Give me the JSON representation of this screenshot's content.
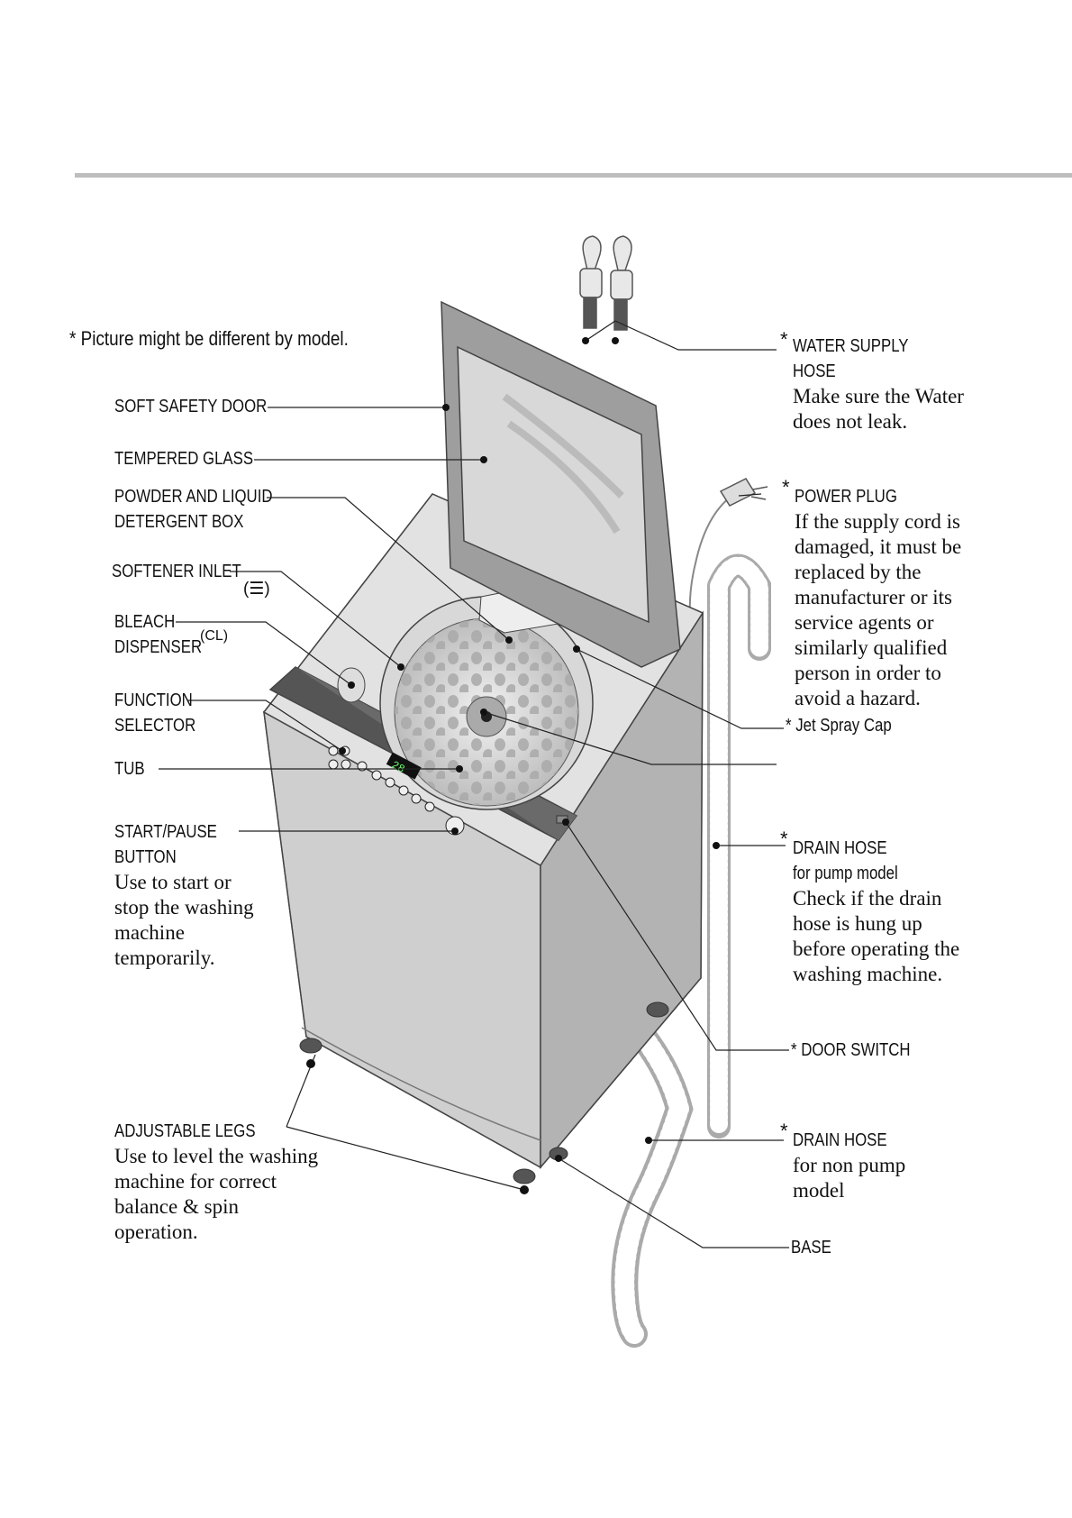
{
  "note": "* Picture might be different by model.",
  "labels": {
    "soft_safety_door": "SOFT SAFETY DOOR",
    "tempered_glass": "TEMPERED GLASS",
    "detergent_1": "POWDER AND LIQUID",
    "detergent_2": "DETERGENT BOX",
    "softener": "SOFTENER INLET",
    "bleach_1": "BLEACH",
    "bleach_2": "DISPENSER",
    "function_1": "FUNCTION",
    "function_2": "SELECTOR",
    "tub": "TUB",
    "start_1": "START/PAUSE",
    "start_2": "BUTTON",
    "start_desc": [
      "Use to start or",
      "stop the washing",
      "machine",
      "temporarily."
    ],
    "legs": "ADJUSTABLE LEGS",
    "legs_desc": [
      "Use to level the washing",
      "machine for correct",
      "balance & spin",
      "operation."
    ],
    "water_1": "WATER SUPPLY",
    "water_2": "HOSE",
    "water_desc": [
      "Make sure the Water",
      "does not leak."
    ],
    "plug": "POWER PLUG",
    "plug_desc": [
      "If the supply cord is",
      "damaged, it must be",
      "replaced by the",
      "manufacturer or its",
      "service agents or",
      "similarly qualified",
      "person in order to",
      "avoid a hazard."
    ],
    "jet": "* Jet Spray Cap",
    "drain_pump_1": "DRAIN HOSE",
    "drain_pump_2": "for pump model",
    "drain_pump_desc": [
      "Check if the drain",
      "hose is hung up",
      "before operating the",
      "washing machine."
    ],
    "door_switch": "* DOOR SWITCH",
    "drain_np_1": "DRAIN HOSE",
    "drain_np_desc": [
      "for non pump",
      "model"
    ],
    "base": "BASE",
    "asterisk": "*"
  },
  "symbols": {
    "softener": "(☰)",
    "bleach": "(CL)"
  },
  "display_digits": "28"
}
